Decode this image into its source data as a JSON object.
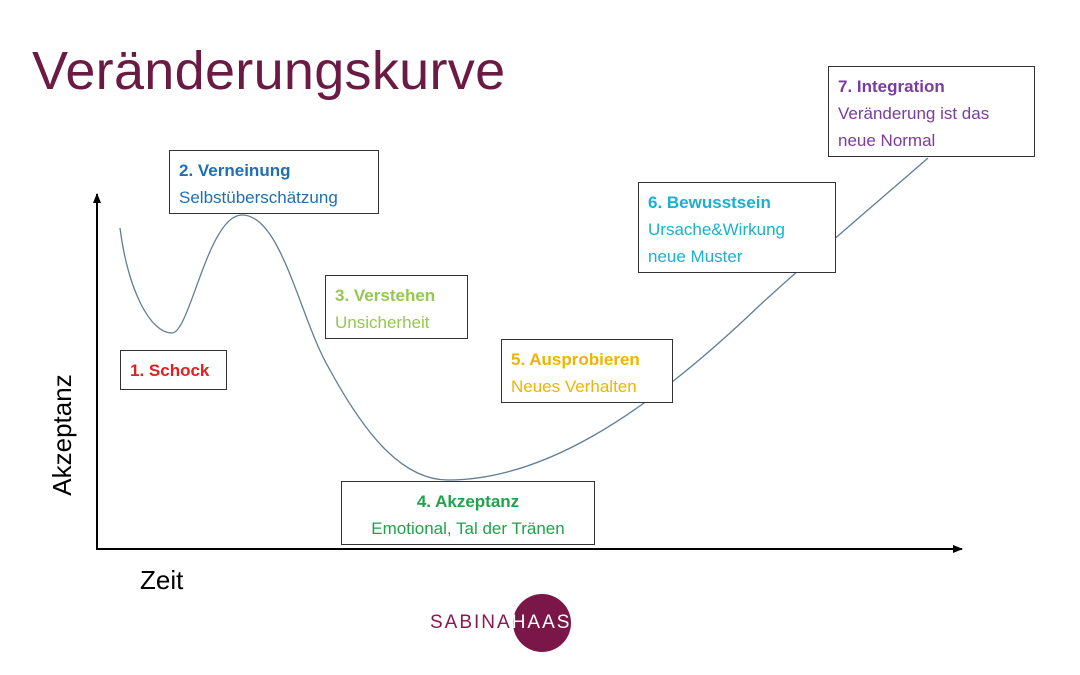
{
  "title": "Veränderungskurve",
  "axes": {
    "y_label": "Akzeptanz",
    "x_label": "Zeit"
  },
  "phases": [
    {
      "heading": "1. Schock",
      "subtitle": "",
      "color": "#e02020"
    },
    {
      "heading": "2. Verneinung",
      "subtitle": "Selbstüberschätzung",
      "color": "#1f6fb2"
    },
    {
      "heading": "3. Verstehen",
      "subtitle": "Unsicherheit",
      "color": "#92c94e"
    },
    {
      "heading": "4. Akzeptanz",
      "subtitle": "Emotional, Tal der Tränen",
      "color": "#1fa34a"
    },
    {
      "heading": "5. Ausprobieren",
      "subtitle": "Neues Verhalten",
      "color": "#f0b400"
    },
    {
      "heading": "6. Bewusstsein",
      "subtitle": "Ursache&Wirkung",
      "subtitle2": "neue Muster",
      "color": "#1ab0cf"
    },
    {
      "heading": "7. Integration",
      "subtitle": "Veränderung ist das",
      "subtitle2": "neue Normal",
      "color": "#7a3c9e"
    }
  ],
  "logo": {
    "left_text": "SABINA",
    "right_text": "HAAS",
    "color": "#7a1748"
  },
  "colors": {
    "title": "#6b1a44",
    "curve": "#5f7f96",
    "axis": "#000000"
  }
}
